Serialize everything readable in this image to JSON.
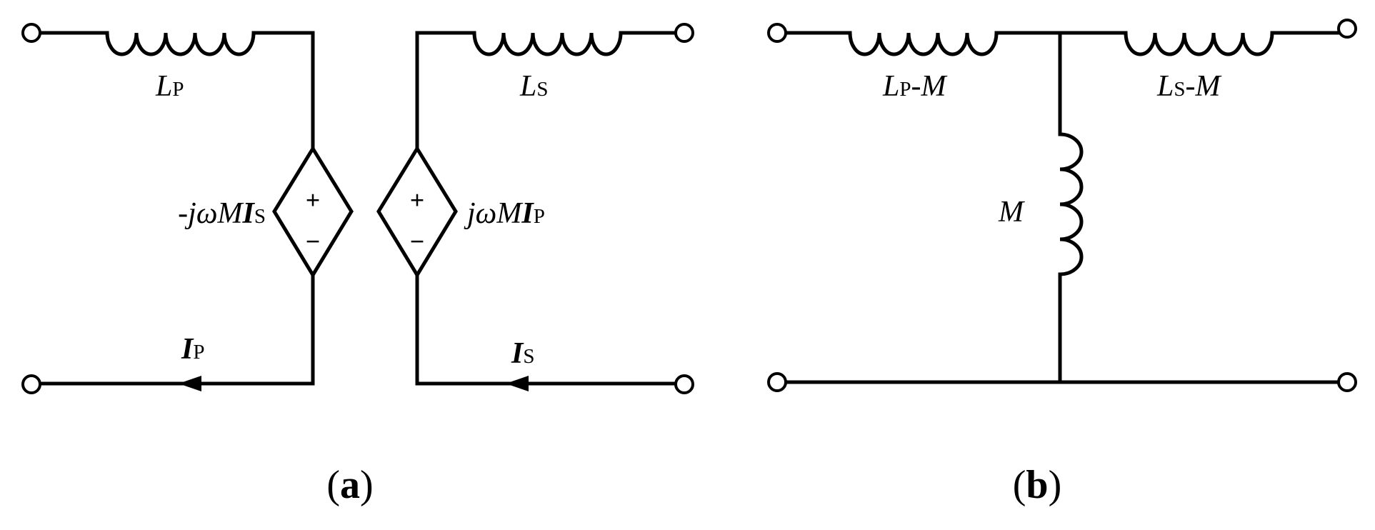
{
  "panel_a": {
    "label_LP": {
      "main": "L",
      "sub": "P"
    },
    "label_LS": {
      "main": "L",
      "sub": "S"
    },
    "source_left": {
      "prefix": "-",
      "j": "j",
      "omega": "ω",
      "M": "M",
      "I": "I",
      "sub": "S",
      "plus": "+",
      "minus": "−"
    },
    "source_right": {
      "j": "j",
      "omega": "ω",
      "M": "M",
      "I": "I",
      "sub": "P",
      "plus": "+",
      "minus": "−"
    },
    "current_IP": {
      "main": "I",
      "sub": "P"
    },
    "current_IS": {
      "main": "I",
      "sub": "S"
    },
    "caption": {
      "open": "(",
      "letter": "a",
      "close": ")"
    }
  },
  "panel_b": {
    "label_LPM": {
      "L": "L",
      "sub": "P",
      "dash": "-",
      "M": "M"
    },
    "label_LSM": {
      "L": "L",
      "sub": "S",
      "dash": "-",
      "M": "M"
    },
    "label_M": "M",
    "caption": {
      "open": "(",
      "letter": "b",
      "close": ")"
    }
  }
}
